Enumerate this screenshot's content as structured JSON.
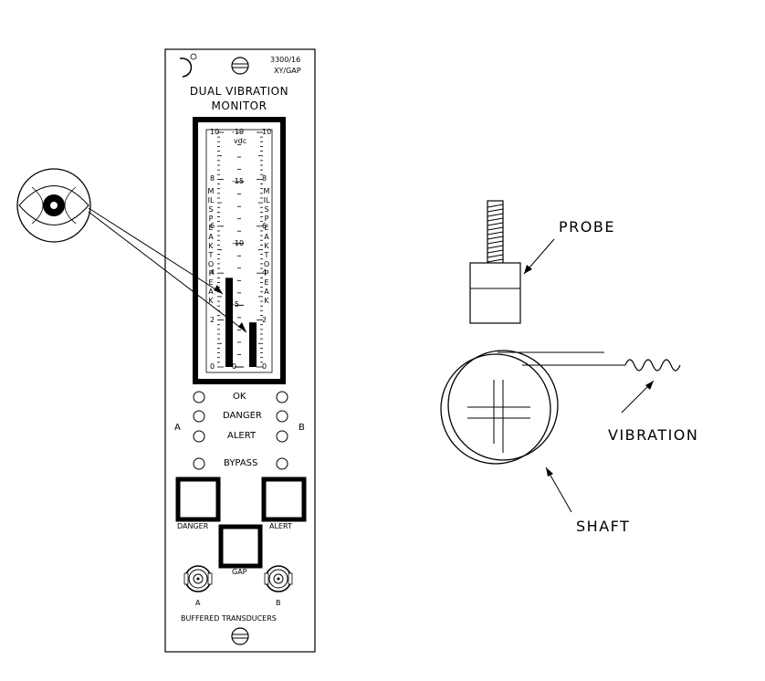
{
  "panel": {
    "model_number": "3300/16",
    "model_type": "XY/GAP",
    "title_line1": "DUAL VIBRATION",
    "title_line2": "MONITOR",
    "meter": {
      "left_scale_label": "MILS PEAK TO PEAK",
      "right_scale_label": "MILS PEAK TO PEAK",
      "center_unit": "vdc",
      "left_ticks": [
        "10",
        "8",
        "6",
        "4",
        "2",
        "0"
      ],
      "center_ticks": [
        "-19",
        "-15",
        "-10",
        "-5",
        "0"
      ],
      "right_ticks": [
        "10",
        "8",
        "6",
        "4",
        "2",
        "0"
      ],
      "channel_a_value": 3.8,
      "channel_b_value": 1.9,
      "scale_max": 10
    },
    "leds": {
      "ok": "OK",
      "danger": "DANGER",
      "alert": "ALERT",
      "bypass": "BYPASS",
      "channel_a": "A",
      "channel_b": "B"
    },
    "buttons": {
      "danger": "DANGER",
      "alert": "ALERT",
      "gap": "GAP"
    },
    "connectors": {
      "a": "A",
      "b": "B",
      "footer": "BUFFERED TRANSDUCERS"
    }
  },
  "illustration": {
    "probe_label": "PROBE",
    "vibration_label": "VIBRATION",
    "shaft_label": "SHAFT"
  }
}
